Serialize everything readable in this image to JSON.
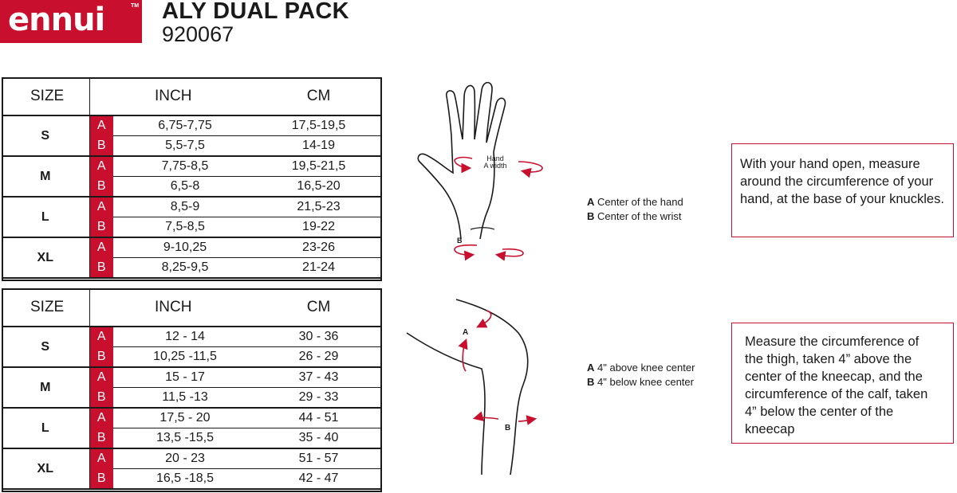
{
  "brand": {
    "logo": "ennui",
    "tm": "TM"
  },
  "product": {
    "title": "ALY DUAL PACK",
    "code": "920067"
  },
  "colors": {
    "accent": "#c8102e",
    "text": "#1a1a1a"
  },
  "table1": {
    "headers": {
      "size": "SIZE",
      "inch": "INCH",
      "cm": "CM"
    },
    "groups": [
      {
        "size": "S",
        "rows": [
          {
            "letter": "A",
            "inch": "6,75-7,75",
            "cm": "17,5-19,5"
          },
          {
            "letter": "B",
            "inch": "5,5-7,5",
            "cm": "14-19"
          }
        ]
      },
      {
        "size": "M",
        "rows": [
          {
            "letter": "A",
            "inch": "7,75-8,5",
            "cm": "19,5-21,5"
          },
          {
            "letter": "B",
            "inch": "6,5-8",
            "cm": "16,5-20"
          }
        ]
      },
      {
        "size": "L",
        "rows": [
          {
            "letter": "A",
            "inch": "8,5-9",
            "cm": "21,5-23"
          },
          {
            "letter": "B",
            "inch": "7,5-8,5",
            "cm": "19-22"
          }
        ]
      },
      {
        "size": "XL",
        "rows": [
          {
            "letter": "A",
            "inch": "9-10,25",
            "cm": "23-26"
          },
          {
            "letter": "B",
            "inch": "8,25-9,5",
            "cm": "21-24"
          }
        ]
      }
    ]
  },
  "table2": {
    "headers": {
      "size": "SIZE",
      "inch": "INCH",
      "cm": "CM"
    },
    "groups": [
      {
        "size": "S",
        "rows": [
          {
            "letter": "A",
            "inch": "12 - 14",
            "cm": "30 - 36"
          },
          {
            "letter": "B",
            "inch": "10,25 -11,5",
            "cm": "26 - 29"
          }
        ]
      },
      {
        "size": "M",
        "rows": [
          {
            "letter": "A",
            "inch": "15 - 17",
            "cm": "37 - 43"
          },
          {
            "letter": "B",
            "inch": "11,5 -13",
            "cm": "29 - 33"
          }
        ]
      },
      {
        "size": "L",
        "rows": [
          {
            "letter": "A",
            "inch": "17,5 - 20",
            "cm": "44 - 51"
          },
          {
            "letter": "B",
            "inch": "13,5 -15,5",
            "cm": "35 - 40"
          }
        ]
      },
      {
        "size": "XL",
        "rows": [
          {
            "letter": "A",
            "inch": "20 - 23",
            "cm": "51 - 57"
          },
          {
            "letter": "B",
            "inch": "16,5 -18,5",
            "cm": "42 - 47"
          }
        ]
      }
    ]
  },
  "hand": {
    "label_hand": "Hand",
    "label_width": "A width",
    "marker_b": "B",
    "legend": [
      {
        "key": "A",
        "text": "Center of the hand"
      },
      {
        "key": "B",
        "text": "Center of the wrist"
      }
    ],
    "instruction": "With your hand open, measure around the circumference of your hand, at the base of your knuckles."
  },
  "knee": {
    "marker_a": "A",
    "marker_b": "B",
    "legend": [
      {
        "key": "A",
        "text": "4\" above knee center"
      },
      {
        "key": "B",
        "text": "4\" below knee center"
      }
    ],
    "instruction": "Measure the circumference of the thigh, taken 4” above the center of the kneecap, and the circumference of the calf, taken 4” below the center of the kneecap"
  }
}
